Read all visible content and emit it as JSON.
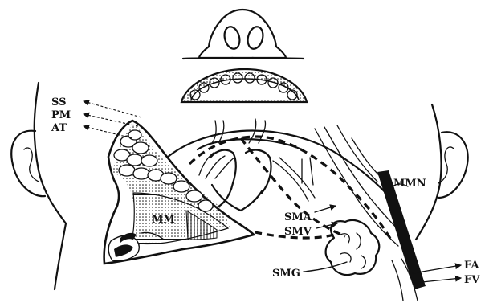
{
  "labels": {
    "ss": "SS",
    "pm": "PM",
    "at": "AT",
    "mm": "MM",
    "mmn": "MMN",
    "sma": "SMA",
    "smv": "SMV",
    "smg": "SMG",
    "fa": "FA",
    "fv": "FV"
  },
  "colors": {
    "ink": "#111111",
    "paper": "#ffffff"
  }
}
